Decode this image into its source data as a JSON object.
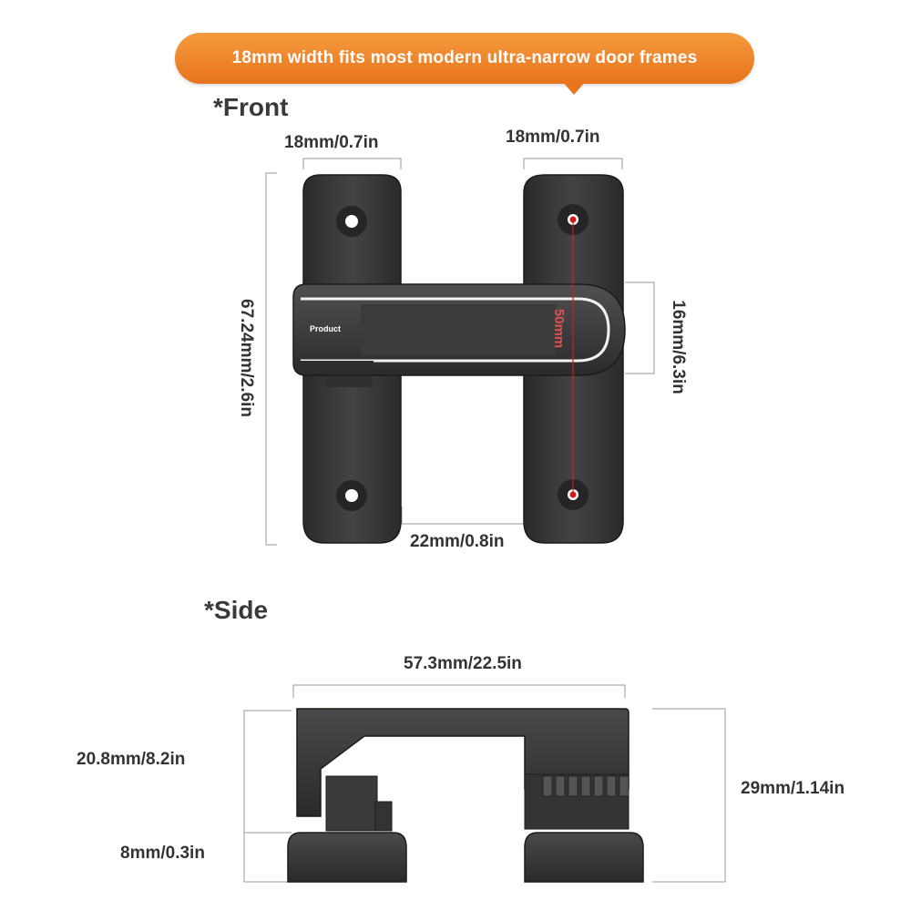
{
  "banner": {
    "text": "18mm width fits most modern ultra-narrow door frames"
  },
  "front": {
    "title": "*Front",
    "dim_left_width": "18mm/0.7in",
    "dim_right_width": "18mm/0.7in",
    "dim_height": "67.24mm/2.6in",
    "dim_bolt_height": "16mm/6.3in",
    "dim_gap": "22mm/0.8in",
    "hole_spacing_label": "50mm",
    "product_label": "Product"
  },
  "side": {
    "title": "*Side",
    "dim_length": "57.3mm/22.5in",
    "dim_left_height": "20.8mm/8.2in",
    "dim_base_height": "8mm/0.3in",
    "dim_total_height": "29mm/1.14in"
  },
  "colors": {
    "banner": "#e8741c",
    "metal": "#3b3b3d",
    "metal_dark": "#252527",
    "hole_marker": "#d21c1c"
  }
}
